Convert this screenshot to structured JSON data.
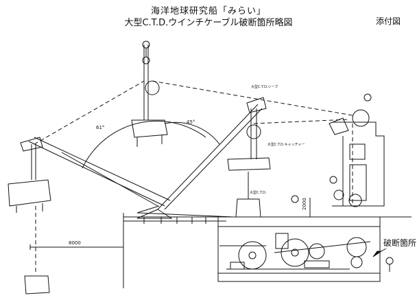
{
  "title": {
    "line1": "海洋地球研究船「みらい」",
    "line2": "大型C.T.D.ウインチケーブル破断箇所略図"
  },
  "attachment_label": "添付図",
  "break_location_label": "破断箇所",
  "annotations": {
    "angle_left": "61°",
    "angle_right": "45°",
    "dim_horizontal": "8000",
    "dim_vertical": "2000",
    "ctd_sheave_label": "大型C.T.D.シーブ",
    "ctd_catcher_label": "大型C.T.D.キャッチャー",
    "ctd_label": "大型C.T.D."
  }
}
